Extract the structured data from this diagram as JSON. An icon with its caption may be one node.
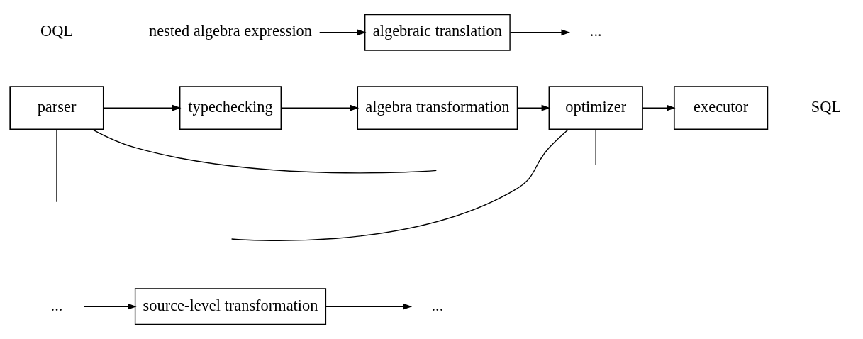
{
  "diagram": {
    "nodes": [
      {
        "text": [
          "parser"
        ]
      },
      {
        "text": [
          "typechecking"
        ]
      },
      {
        "text": [
          "algebra transformation"
        ]
      },
      {
        "text": [
          "optimizer"
        ]
      },
      {
        "text": [
          "executor"
        ]
      },
      {
        "text": [
          "nested algebra expression"
        ]
      },
      {
        "text": [
          "algebraic translation"
        ]
      },
      {
        "text": [
          "..."
        ]
      },
      {
        "text": [
          "..."
        ]
      },
      {
        "text": [
          "source-level transformation"
        ]
      },
      {
        "text": [
          "..."
        ]
      }
    ],
    "edges": [
      {
        "from": 0,
        "to": 1,
        "arrow": "to"
      },
      {
        "from": 1,
        "to": 2,
        "arrow": "to"
      },
      {
        "from": 2,
        "to": 3,
        "arrow": "to"
      },
      {
        "from": 3,
        "to": 4,
        "arrow": "to"
      },
      {
        "from": 5,
        "to": 6,
        "arrow": "to"
      },
      {
        "from": 6,
        "to": 7,
        "arrow": "to"
      },
      {
        "from": 8,
        "to": 9,
        "arrow": "to"
      },
      {
        "from": 9,
        "to": 10,
        "arrow": "to"
      },
      {
        "from": 3,
        "to": null,
        "arrow": "none"
      },
      {
        "from": 3,
        "to": null,
        "arrow": "none"
      },
      {
        "from": 0,
        "to": null,
        "arrow": "none"
      },
      {
        "from": 0,
        "to": null,
        "arrow": "none"
      }
    ],
    "labels": [
      "OQL",
      "SQL"
    ]
  }
}
